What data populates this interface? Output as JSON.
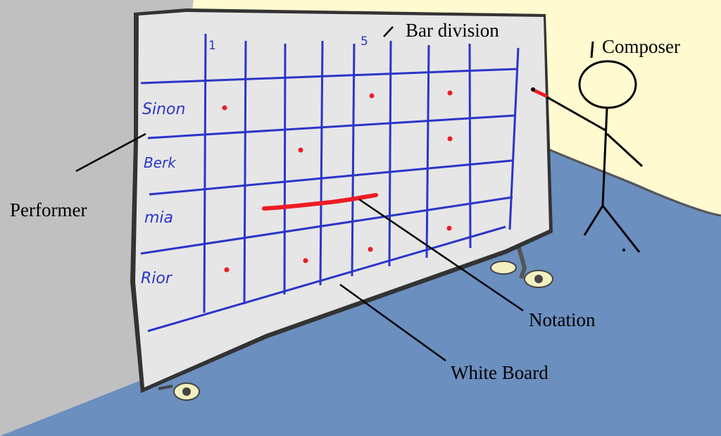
{
  "labels": {
    "bar_division": "Bar division",
    "composer": "Composer",
    "performer": "Performer",
    "notation": "Notation",
    "white_board": "White Board"
  },
  "board": {
    "bar_numbers": [
      "1",
      "5"
    ],
    "performers": [
      "Sinon",
      "Berk",
      "mia",
      "Rior"
    ]
  },
  "colors": {
    "wall": "#c0c0c0",
    "background_wall": "#fffad0",
    "floor": "#6b8fbf",
    "board": "#e6e6e6",
    "grid": "#2b35c8",
    "notes": "#ee1c24"
  }
}
